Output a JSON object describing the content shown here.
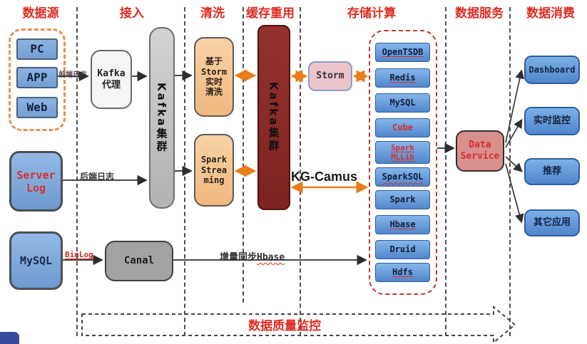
{
  "headers": [
    "数据源",
    "接入",
    "清洗",
    "缓存重用",
    "存储计算",
    "数据服务",
    "数据消费"
  ],
  "sources": {
    "client_items": [
      "PC",
      "APP",
      "Web"
    ],
    "server_log": "Server\nLog",
    "mysql": "MySQL"
  },
  "ingest": {
    "kafka_proxy": "Kafka\n代理",
    "kafka_cluster": "Kafka集群",
    "canal": "Canal"
  },
  "clean": {
    "storm_realtime": "基于\nStorm\n实时\n清洗",
    "spark_streaming": "Spark\nStrea\nming"
  },
  "cache": {
    "kafka_cluster": "Kafka集群"
  },
  "storage": {
    "storm": "Storm",
    "items": [
      {
        "label": "OpenTSDB"
      },
      {
        "label": "Redis"
      },
      {
        "label": "MySQL"
      },
      {
        "label": "Cube"
      },
      {
        "label": "Spark\nMLLib"
      },
      {
        "label": "SparkSQL"
      },
      {
        "label": "Spark"
      },
      {
        "label": "Hbase"
      },
      {
        "label": "Druid"
      },
      {
        "label": "Hdfs"
      }
    ]
  },
  "service": {
    "data_service": "Data\nService"
  },
  "consume": {
    "items": [
      "Dashboard",
      "实时监控",
      "推荐",
      "其它应用"
    ]
  },
  "edge_labels": {
    "front_log": "前端日志",
    "back_log": "后端日志",
    "binlog": "BinLog",
    "incr_sync_prefix": "增量同步",
    "incr_sync_suffix": "Hbase",
    "kg_camus": "KG-Camus",
    "quality_monitor": "数据质量监控"
  },
  "colors": {
    "header_red": "#e02b20",
    "node_blue": "#7aa7d9",
    "kafka_dark_red": "#8e2b28",
    "orange_arrow": "#e87d1a",
    "clean_orange": "#f6c48e"
  }
}
